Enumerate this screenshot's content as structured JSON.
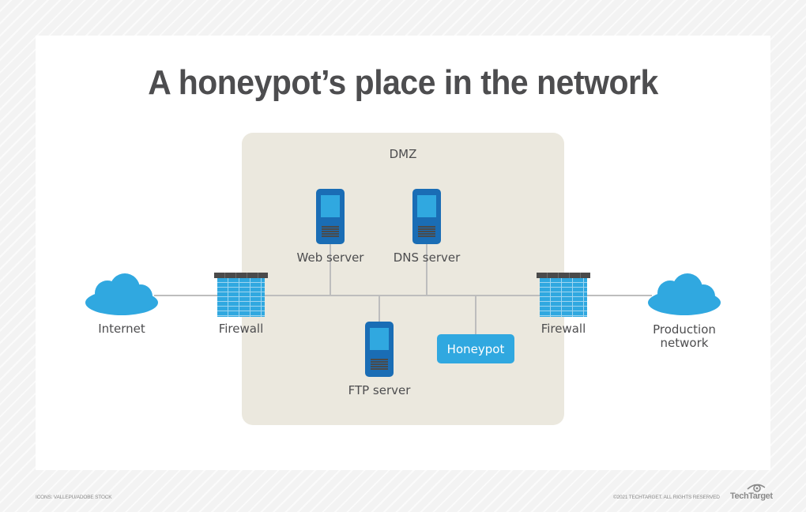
{
  "title": "A honeypot’s place in the network",
  "dmz": {
    "label": "DMZ"
  },
  "nodes": {
    "internet": {
      "label": "Internet",
      "icon": "cloud-icon"
    },
    "firewall_left": {
      "label": "Firewall",
      "icon": "firewall-icon"
    },
    "web_server": {
      "label": "Web server",
      "icon": "server-icon"
    },
    "dns_server": {
      "label": "DNS server",
      "icon": "server-icon"
    },
    "ftp_server": {
      "label": "FTP server",
      "icon": "server-icon"
    },
    "honeypot": {
      "label": "Honeypot"
    },
    "firewall_right": {
      "label": "Firewall",
      "icon": "firewall-icon"
    },
    "production": {
      "label_line1": "Production",
      "label_line2": "network",
      "icon": "cloud-icon"
    }
  },
  "colors": {
    "accent_blue": "#30a8e0",
    "server_blue": "#1a6db5",
    "dmz_bg": "#ebe8de",
    "text": "#4d4d4f",
    "line": "#bdbdbd"
  },
  "footer": {
    "credit": "ICONS: VALLEPU/ADOBE STOCK",
    "copyright": "©2021 TECHTARGET. ALL RIGHTS RESERVED",
    "logo": "TechTarget"
  }
}
